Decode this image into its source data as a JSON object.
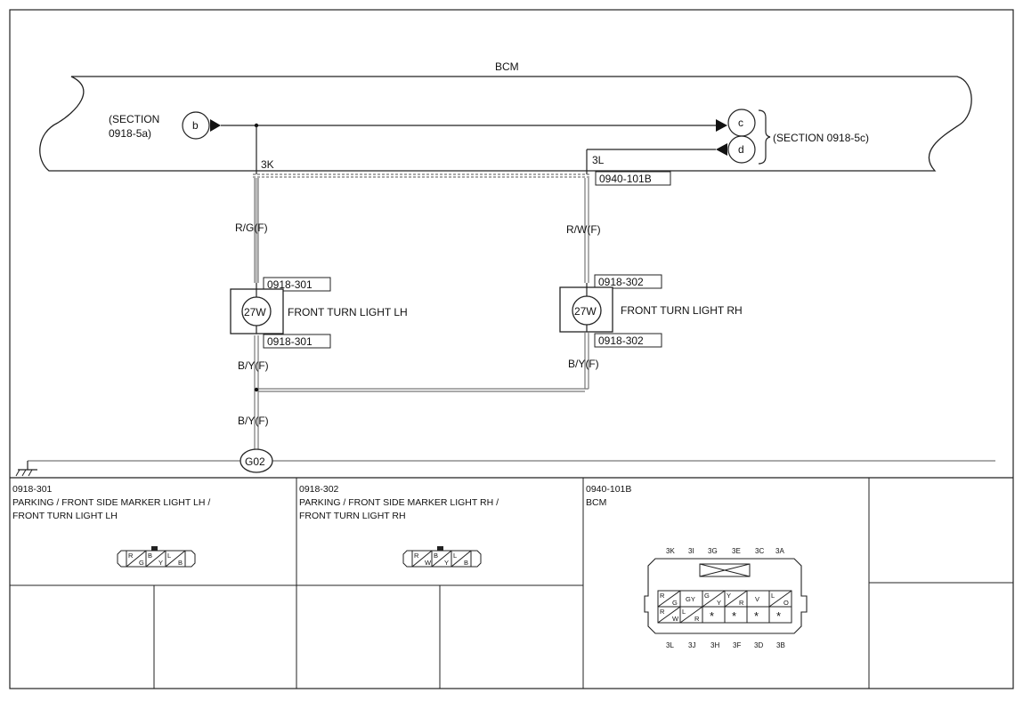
{
  "module": {
    "title": "BCM",
    "section_left": [
      "(SECTION",
      "0918-5a)"
    ],
    "section_right": "(SECTION 0918-5c)",
    "connector_b": "b",
    "connector_c": "c",
    "connector_d": "d",
    "pin_3k": "3K",
    "pin_3l": "3L",
    "connector_id": "0940-101B"
  },
  "left_branch": {
    "wire_top": "R/G(F)",
    "conn_top": "0918-301",
    "bulb": "27W",
    "label": "FRONT TURN LIGHT LH",
    "conn_bottom": "0918-301",
    "wire_bottom": "B/Y(F)"
  },
  "right_branch": {
    "wire_top": "R/W(F)",
    "conn_top": "0918-302",
    "bulb": "27W",
    "label": "FRONT TURN LIGHT RH",
    "conn_bottom": "0918-302",
    "wire_bottom": "B/Y(F)"
  },
  "ground": {
    "wire": "B/Y(F)",
    "label": "G02"
  },
  "connectors": [
    {
      "id": "0918-301",
      "name_line1": "PARKING / FRONT SIDE MARKER LIGHT LH /",
      "name_line2": "FRONT TURN LIGHT LH",
      "pins": [
        [
          "R",
          "G"
        ],
        [
          "B",
          "Y"
        ],
        [
          "L",
          "B"
        ]
      ]
    },
    {
      "id": "0918-302",
      "name_line1": "PARKING / FRONT SIDE MARKER LIGHT RH /",
      "name_line2": "FRONT TURN LIGHT RH",
      "pins": [
        [
          "R",
          "W"
        ],
        [
          "B",
          "Y"
        ],
        [
          "L",
          "B"
        ]
      ]
    },
    {
      "id": "0940-101B",
      "name_line1": "BCM",
      "top_pins": [
        "3K",
        "3I",
        "3G",
        "3E",
        "3C",
        "3A"
      ],
      "bottom_pins": [
        "3L",
        "3J",
        "3H",
        "3F",
        "3D",
        "3B"
      ],
      "row1": [
        [
          "R",
          "G"
        ],
        [
          "GY",
          ""
        ],
        [
          "G",
          "Y"
        ],
        [
          "Y",
          "R"
        ],
        [
          "V",
          ""
        ],
        [
          "L",
          "O"
        ]
      ],
      "row2": [
        [
          "R",
          "W"
        ],
        [
          "L",
          "R"
        ],
        [
          "*",
          ""
        ],
        [
          "*",
          ""
        ],
        [
          "*",
          ""
        ],
        [
          "*",
          ""
        ]
      ]
    }
  ]
}
